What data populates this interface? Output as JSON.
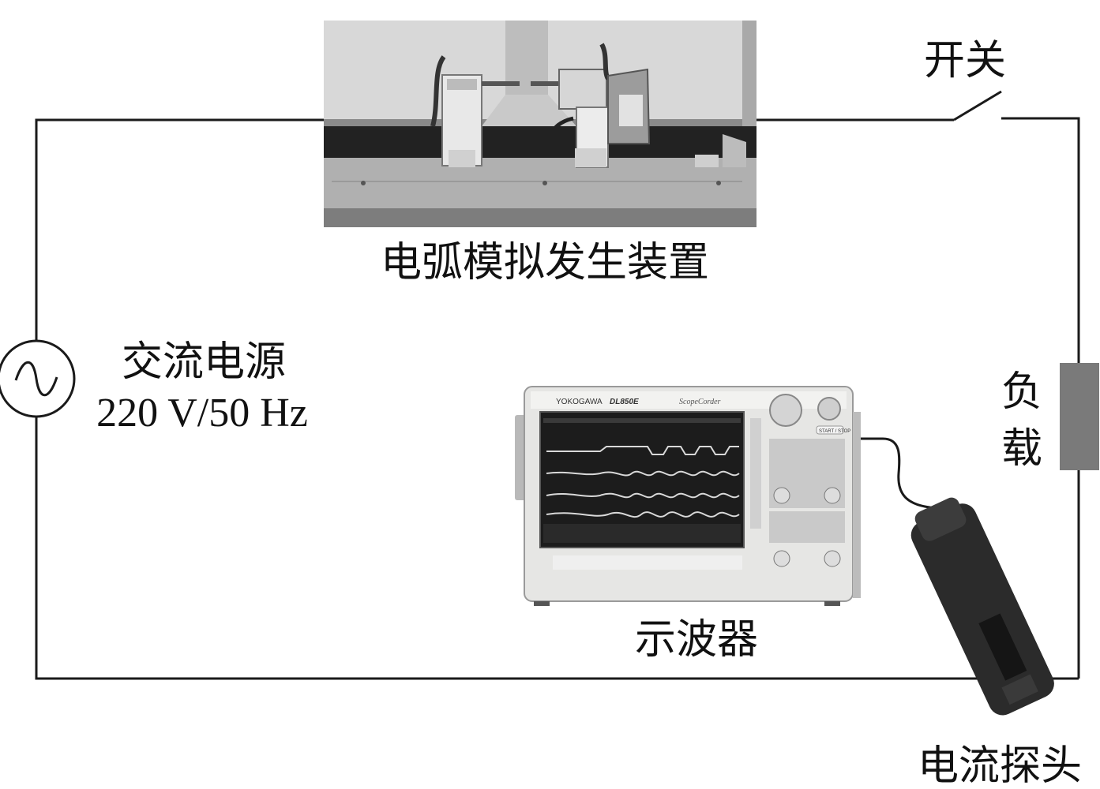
{
  "labels": {
    "arc_device": "电弧模拟发生装置",
    "switch": "开关",
    "source_name": "交流电源",
    "source_rating": "220 V/50 Hz",
    "load": [
      "负",
      "载"
    ],
    "oscilloscope": "示波器",
    "probe": "电流探头"
  },
  "oscilloscope_panel": {
    "brand": "YOKOGAWA",
    "model": "DL850E",
    "series": "ScopeCorder",
    "start_stop": "START / STOP"
  },
  "colors": {
    "wire": "#1a1a1a",
    "load": "#7a7a7a",
    "probe_body": "#2b2b2b",
    "scope_body": "#e6e6e4",
    "scope_screen": "#1c1c1c"
  }
}
